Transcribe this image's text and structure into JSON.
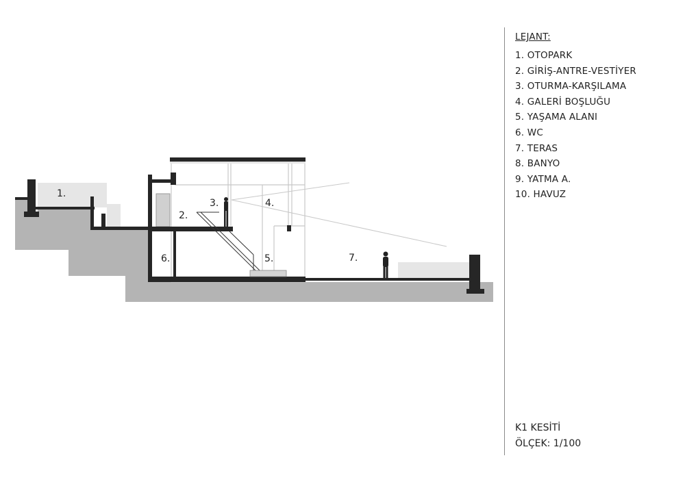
{
  "legend": {
    "title": "LEJANT:",
    "items": [
      "1. OTOPARK",
      "2. GİRİŞ-ANTRE-VESTİYER",
      "3. OTURMA-KARŞILAMA",
      "4. GALERİ BOŞLUĞU",
      "5. YAŞAMA ALANI",
      "6. WC",
      "7. TERAS",
      "8. BANYO",
      "9. YATMA A.",
      "10. HAVUZ"
    ]
  },
  "section": {
    "labels": {
      "l1": "1.",
      "l2": "2.",
      "l3": "3.",
      "l4": "4.",
      "l5": "5.",
      "l6": "6.",
      "l7": "7."
    }
  },
  "drawing_info": {
    "section_name": "K1 KESİTİ",
    "scale": "ÖLÇEK: 1/100"
  },
  "colors": {
    "ground": "#b4b4b4",
    "structure": "#262626",
    "light_mass": "#e6e6e6",
    "thin_line": "#c8c8c8"
  }
}
